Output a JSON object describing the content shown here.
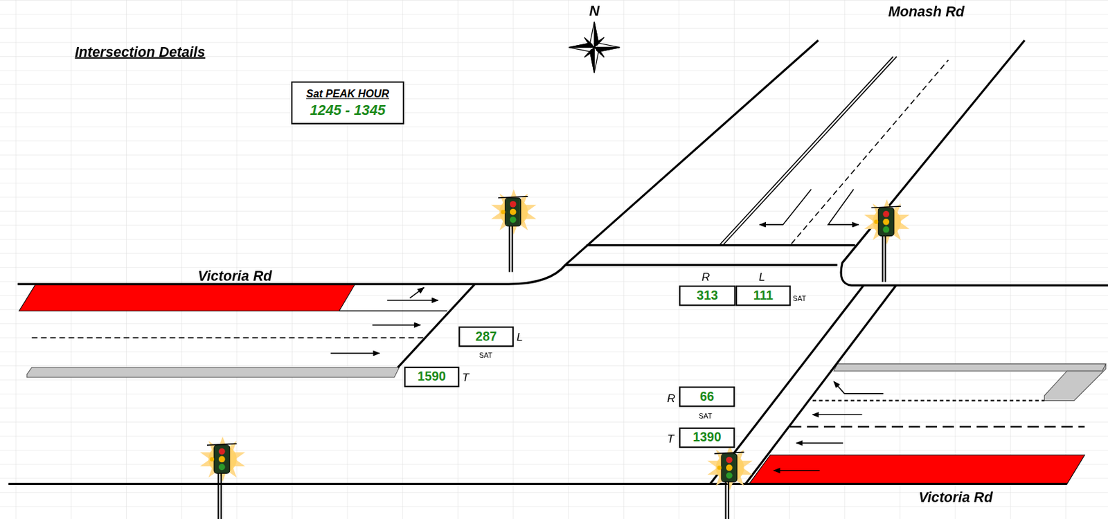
{
  "diagram": {
    "title": "Intersection Details",
    "nodes": [
      {
        "text": [
          "Sat PEAK HOUR",
          "1245 - 1345"
        ]
      },
      {
        "text": [
          "287"
        ]
      },
      {
        "text": [
          "1590"
        ]
      },
      {
        "text": [
          "313"
        ]
      },
      {
        "text": [
          "111"
        ]
      },
      {
        "text": [
          "66"
        ]
      },
      {
        "text": [
          "1390"
        ]
      }
    ],
    "labels": [
      "N",
      "Monash Rd",
      "Victoria Rd",
      "Victoria Rd",
      "R",
      "L",
      "SAT",
      "L",
      "SAT",
      "T",
      "R",
      "SAT",
      "T"
    ]
  }
}
